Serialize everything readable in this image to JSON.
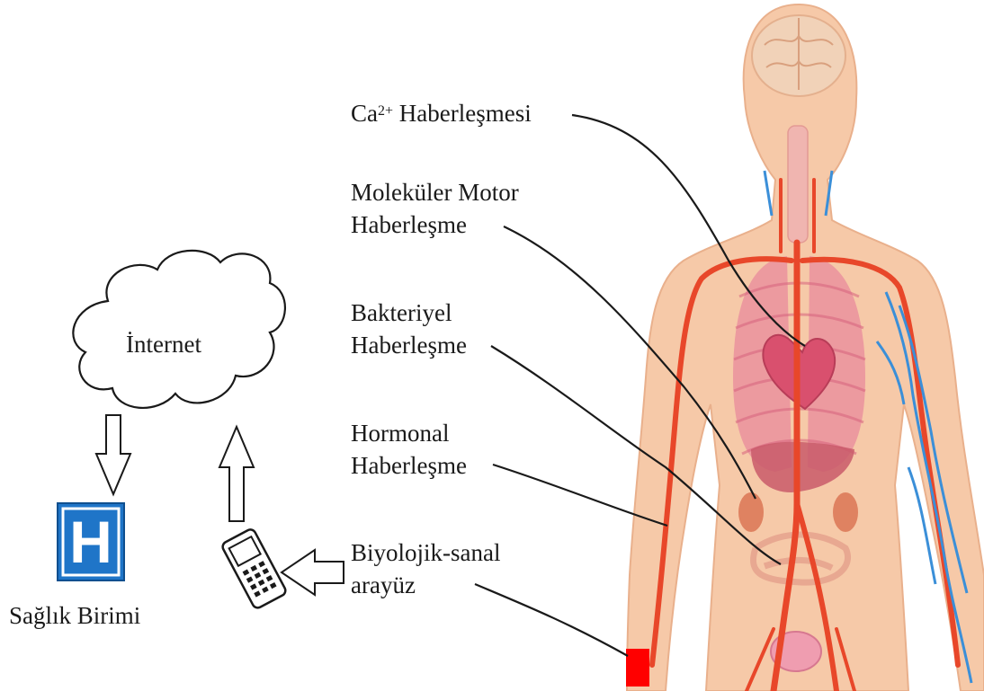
{
  "cloud": {
    "label": "İnternet"
  },
  "hospital": {
    "label": "Sağlık Birimi",
    "glyph": "H",
    "color": "#1f75c8"
  },
  "labels": {
    "ca_base": "Ca",
    "ca_sup": "2+",
    "ca_rest": " Haberleşmesi",
    "motor_line1": "Moleküler Motor",
    "motor_line2": "Haberleşme",
    "bacterial_line1": "Bakteriyel",
    "bacterial_line2": "Haberleşme",
    "hormonal_line1": "Hormonal",
    "hormonal_line2": "Haberleşme",
    "interface_line1": "Biyolojik-sanal",
    "interface_line2": "arayüz"
  },
  "colors": {
    "body": "#f6c9a8",
    "artery": "#e8472a",
    "vein": "#3b8fd8",
    "organ": "#e0607a",
    "implant": "#ff0000"
  }
}
